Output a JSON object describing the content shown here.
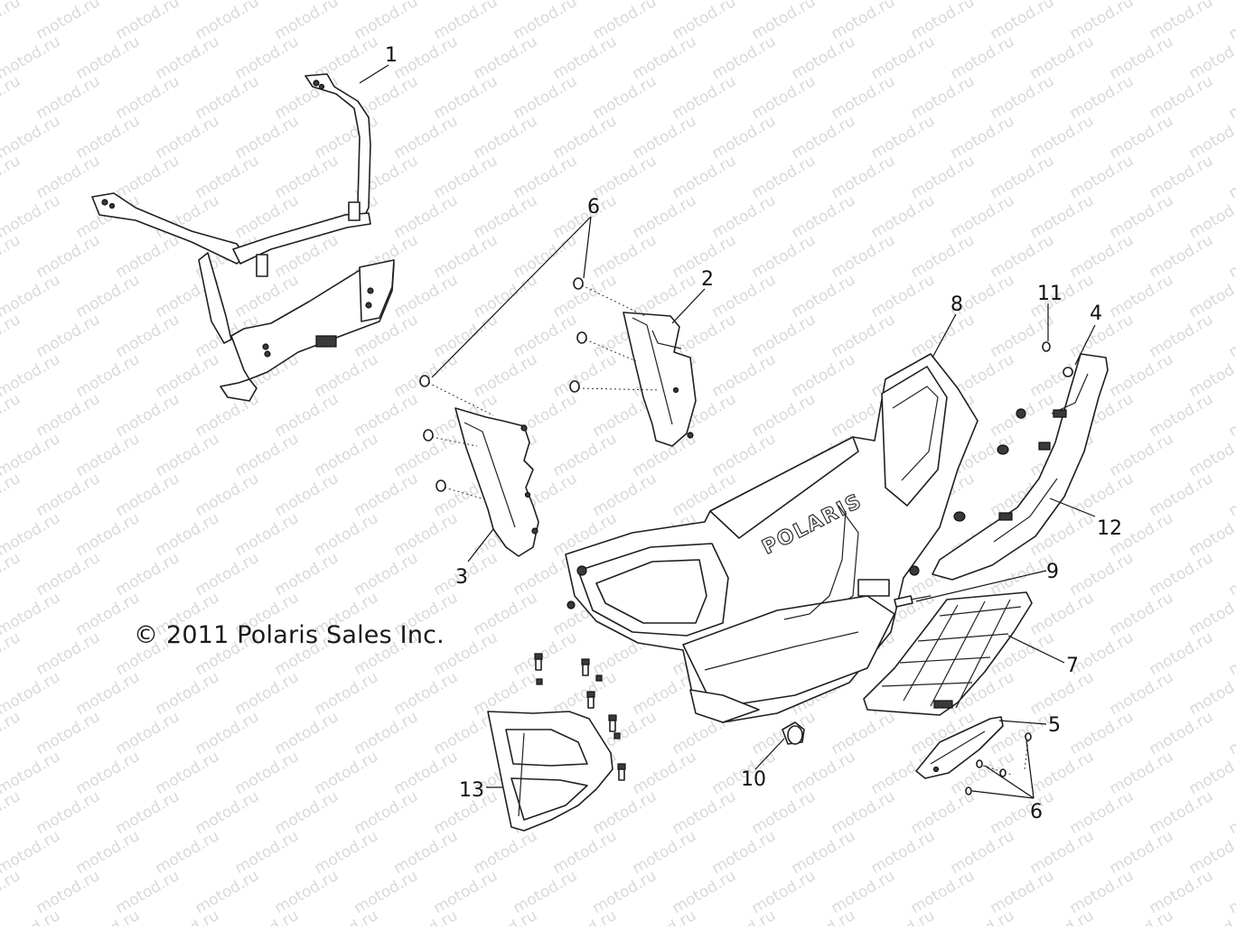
{
  "watermark": "motod.ru",
  "copyright": "© 2011 Polaris Sales Inc.",
  "hood_logo": "POLARIS",
  "callouts": {
    "c1": "1",
    "c2": "2",
    "c3": "3",
    "c4": "4",
    "c5": "5",
    "c6a": "6",
    "c6b": "6",
    "c7": "7",
    "c8": "8",
    "c9": "9",
    "c10": "10",
    "c11": "11",
    "c12": "12",
    "c13": "13"
  }
}
